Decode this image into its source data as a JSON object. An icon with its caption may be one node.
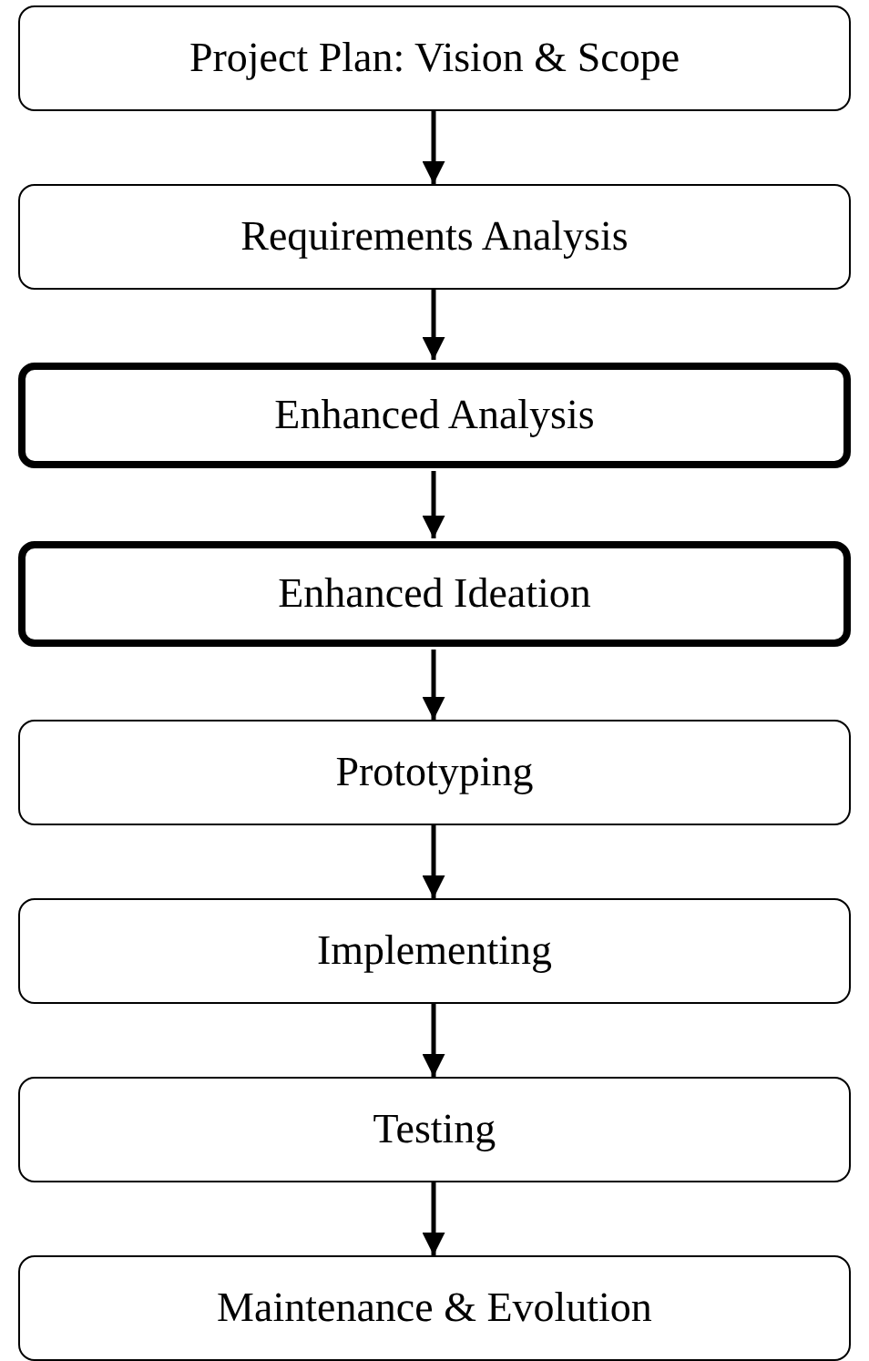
{
  "diagram": {
    "nodes": [
      {
        "text": [
          "Project Plan: Vision & Scope"
        ]
      },
      {
        "text": [
          "Requirements Analysis"
        ]
      },
      {
        "text": [
          "Enhanced Analysis"
        ]
      },
      {
        "text": [
          "Enhanced Ideation"
        ]
      },
      {
        "text": [
          "Prototyping"
        ]
      },
      {
        "text": [
          "Implementing"
        ]
      },
      {
        "text": [
          "Testing"
        ]
      },
      {
        "text": [
          "Maintenance & Evolution"
        ]
      }
    ],
    "edges": [
      {
        "from": 0,
        "to": 1,
        "arrow": "to"
      },
      {
        "from": 1,
        "to": 2,
        "arrow": "to"
      },
      {
        "from": 2,
        "to": 3,
        "arrow": "to"
      },
      {
        "from": 3,
        "to": 4,
        "arrow": "to"
      },
      {
        "from": 4,
        "to": 5,
        "arrow": "to"
      },
      {
        "from": 5,
        "to": 6,
        "arrow": "to"
      },
      {
        "from": 6,
        "to": 7,
        "arrow": "to"
      }
    ]
  }
}
